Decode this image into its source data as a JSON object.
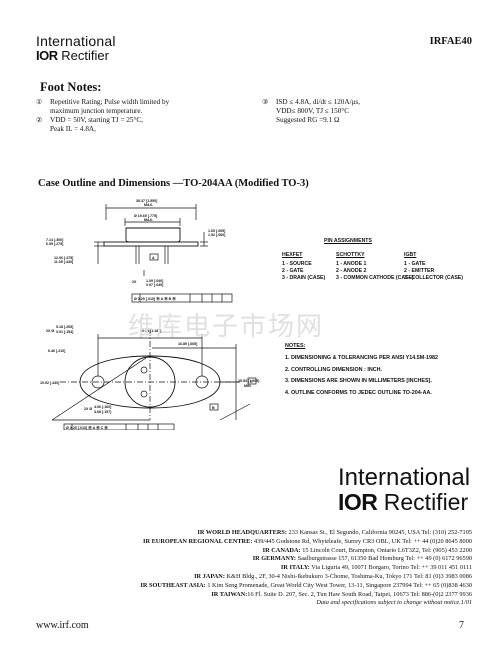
{
  "header": {
    "logo_line1": "International",
    "logo_ior": "IOR",
    "logo_line2": "Rectifier",
    "part_number": "IRFAE40"
  },
  "footnotes": {
    "title": "Foot Notes:",
    "items_left": [
      {
        "sym": "①",
        "text": "Repetitive Rating; Pulse width limited by",
        "text2": "maximum junction temperature."
      },
      {
        "sym": "②",
        "text": "VDD = 50V, starting TJ = 25°C,",
        "text2": "Peak IL = 4.8A,"
      }
    ],
    "items_right": [
      {
        "sym": "③",
        "text": "ISD ≤ 4.8A, di/dt ≤ 120A/μs,",
        "text2": "VDD≤ 800V, TJ ≤ 150°C",
        "text3": "Suggested RG =9.1 Ω"
      }
    ]
  },
  "section_title": "Case Outline and Dimensions —TO-204AA (Modified TO-3)",
  "drawing": {
    "dims": {
      "d1": "39.37 [1.550]",
      "d1b": "MAX.",
      "d2": "Ø 19.69 [.775]",
      "d2b": "MAX.",
      "d3": "7.14 [.300]",
      "d3b": "6.59 [.275]",
      "d4": "12.06 [.475]",
      "d4b": "11.05 [.440]",
      "d5": "1.65 [.065]",
      "d5b": "1.52 [.060]",
      "d6": "1.09 [.040]",
      "d6b": "0.97 [.035]",
      "d7": "2X",
      "fcf1": "Ø 0.25 [.010] Ⓜ A Ⓜ B Ⓜ",
      "d8": "2X Ø",
      "d8a": "5.18 [.205]",
      "d8b": "3.91 [.154]",
      "d9": "30.15 [1.187]",
      "d10": "16.89 [.665]",
      "d11": "6.46 [.210]",
      "d12": "10.92 [.430]",
      "d13": "25.53 [1.005]",
      "d13b": "MIN.",
      "d14": "2X Ø",
      "d14a": "4.06 [.160]",
      "d14b": "3.68 [.157]",
      "fcf2": "Ø 0.25 [.010] Ⓜ A Ⓜ C Ⓜ",
      "lblA": "A",
      "lblB": "B",
      "lblC": "C"
    }
  },
  "pin_assignments": {
    "title": "PIN ASSIGNMENTS",
    "columns": [
      {
        "header": "HEXFET",
        "rows": [
          "1 - SOURCE",
          "2 - GATE",
          "3 - DRAIN (CASE)"
        ]
      },
      {
        "header": "SCHOTTKY",
        "rows": [
          "1 - ANODE 1",
          "2 - ANODE 2",
          "3 - COMMON CATHODE (CASE)"
        ]
      },
      {
        "header": "IGBT",
        "rows": [
          "1 - GATE",
          "2 - EMITTER",
          "3 - COLLECTOR (CASE)"
        ]
      }
    ]
  },
  "notes": {
    "title": "NOTES:",
    "items": [
      "1.  DIMENSIONING & TOLERANCING PER ANSI Y14.5M-1982",
      "2.  CONTROLLING DIMENSION : INCH.",
      "3.  DIMENSIONS ARE SHOWN IN MILLIMETERS [INCHES].",
      "4.  OUTLINE CONFORMS TO JEDEC OUTLINE TO-204-AA."
    ]
  },
  "watermark": "维库电子市场网",
  "logo_large": {
    "line1": "International",
    "ior": "IOR",
    "line2": "Rectifier"
  },
  "addresses": [
    {
      "label": "IR WORLD HEADQUARTERS:",
      "text": " 233 Kansas St., El Segundo, California 90245, USA Tel: (310) 252-7105"
    },
    {
      "label": "IR EUROPEAN REGIONAL CENTRE:",
      "text": " 439/445 Godstone Rd, Whyteleafe, Surrey CR3 OBL, UK Tel: ++ 44 (0)20 8645 8000"
    },
    {
      "label": "IR CANADA:",
      "text": " 15 Lincoln Court, Brampton, Ontario L6T3Z2, Tel: (905) 453 2200"
    },
    {
      "label": "IR GERMANY:",
      "text": " Saalburgstrasse 157, 61350 Bad Homburg Tel: ++ 49 (0) 6172 96590"
    },
    {
      "label": "IR ITALY:",
      "text": " Via Liguria 49, 10071 Borgaro, Torino Tel: ++ 39 011 451 0111"
    },
    {
      "label": "IR JAPAN:",
      "text": " K&H Bldg., 2F, 30-4 Nishi-Ikebukuro 3-Chome, Toshima-Ku, Tokyo 171 Tel: 81 (0)3 3983 0086"
    },
    {
      "label": "IR SOUTHEAST ASIA:",
      "text": " 1 Kim Seng Promenade, Great World City West Tower, 13-11, Singapore 237994 Tel: ++ 65  (0)838 4630"
    },
    {
      "label": "IR TAIWAN:",
      "text": "16 Fl. Suite D. 207, Sec. 2, Tun Haw South Road, Taipei, 10673   Tel: 886-(0)2 2377 9936"
    }
  ],
  "disclaimer": "Data and specifications subject to change without notice.1/01",
  "footer": {
    "url": "www.irf.com",
    "page": "7"
  }
}
